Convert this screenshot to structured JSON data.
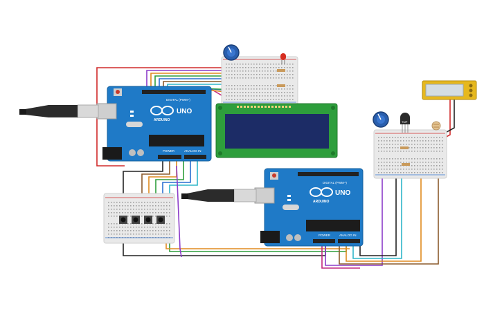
{
  "boards": {
    "uno_main": {
      "brand": "ARDUINO",
      "model": "UNO",
      "digital_label": "DIGITAL (PWM~)",
      "power_label": "POWER",
      "analog_label": "ANALOG IN"
    },
    "uno_second": {
      "brand": "ARDUINO",
      "model": "UNO",
      "digital_label": "DIGITAL (PWM~)",
      "power_label": "POWER",
      "analog_label": "ANALOG IN"
    }
  },
  "components": {
    "lcd": {
      "type": "16x2 LCD"
    },
    "temp_sensor": {
      "label": "TMP"
    },
    "led": {
      "color": "#d62d20"
    },
    "display_panel": {
      "type": "LCD display"
    }
  },
  "colors": {
    "board_blue": "#1f7ac7",
    "board_dark": "#15609e",
    "breadboard": "#e9e9e9",
    "lcd_green": "#2e9e3c",
    "lcd_screen": "#1c2c66",
    "wire_red": "#d12a2a",
    "wire_orange": "#e08a1e",
    "wire_green": "#2e9e3c",
    "wire_blue": "#2a6fd1",
    "wire_brown": "#8b5a2b",
    "wire_cyan": "#2fb6c9",
    "wire_purple": "#8c3cc9",
    "wire_magenta": "#c2277f",
    "wire_black": "#222222"
  }
}
